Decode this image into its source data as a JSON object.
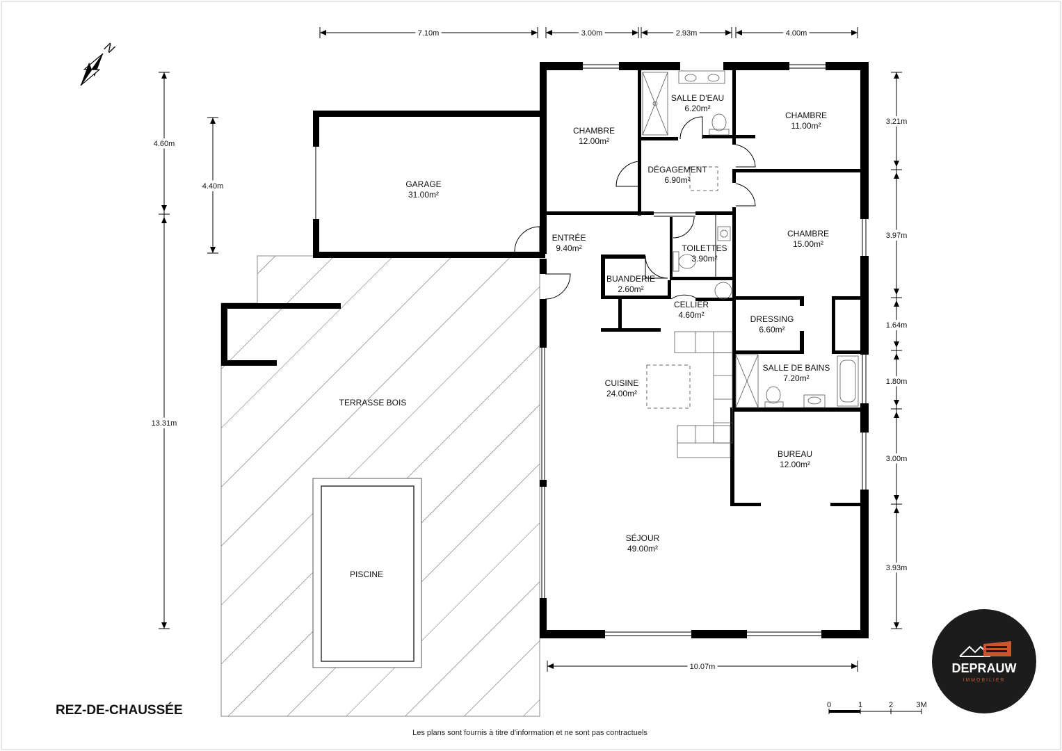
{
  "plan": {
    "title": "REZ-DE-CHAUSSÉE",
    "disclaimer": "Les plans sont fournis à titre d'information et ne sont pas contractuels",
    "north": "N",
    "rooms": [
      {
        "key": "chambre1",
        "name": "CHAMBRE",
        "area": "12.00m²"
      },
      {
        "key": "salle_eau",
        "name": "SALLE D'EAU",
        "area": "6.20m²"
      },
      {
        "key": "chambre2",
        "name": "CHAMBRE",
        "area": "11.00m²"
      },
      {
        "key": "garage",
        "name": "GARAGE",
        "area": "31.00m²"
      },
      {
        "key": "degagement",
        "name": "DÉGAGEMENT",
        "area": "6.90m²"
      },
      {
        "key": "chambre3",
        "name": "CHAMBRE",
        "area": "15.00m²"
      },
      {
        "key": "entree",
        "name": "ENTRÉE",
        "area": "9.40m²"
      },
      {
        "key": "toilettes",
        "name": "TOILETTES",
        "area": "3.90m²"
      },
      {
        "key": "buanderie",
        "name": "BUANDERIE",
        "area": "2.60m²"
      },
      {
        "key": "cellier",
        "name": "CELLIER",
        "area": "4.60m²"
      },
      {
        "key": "dressing",
        "name": "DRESSING",
        "area": "6.60m²"
      },
      {
        "key": "salle_bains",
        "name": "SALLE DE BAINS",
        "area": "7.20m²"
      },
      {
        "key": "cuisine",
        "name": "CUISINE",
        "area": "24.00m²"
      },
      {
        "key": "bureau",
        "name": "BUREAU",
        "area": "12.00m²"
      },
      {
        "key": "sejour",
        "name": "SÉJOUR",
        "area": "49.00m²"
      }
    ],
    "terrasse": "TERRASSE BOIS",
    "piscine": "PISCINE",
    "dimensions": {
      "top": [
        "7.10m",
        "3.00m",
        "2.93m",
        "4.00m"
      ],
      "bottom": "10.07m",
      "left_outer": [
        "4.60m",
        "13.31m"
      ],
      "left_inner": "4.40m",
      "right": [
        "3.21m",
        "3.97m",
        "1.64m",
        "1.80m",
        "3.00m",
        "3.93m"
      ]
    },
    "scale": {
      "labels": [
        "0",
        "1",
        "2",
        "3M"
      ]
    },
    "logo": {
      "brand": "DEPRAUW",
      "tagline": "IMMOBILIER",
      "bg_color": "#1c1c1c",
      "accent_color": "#c8562e"
    }
  }
}
